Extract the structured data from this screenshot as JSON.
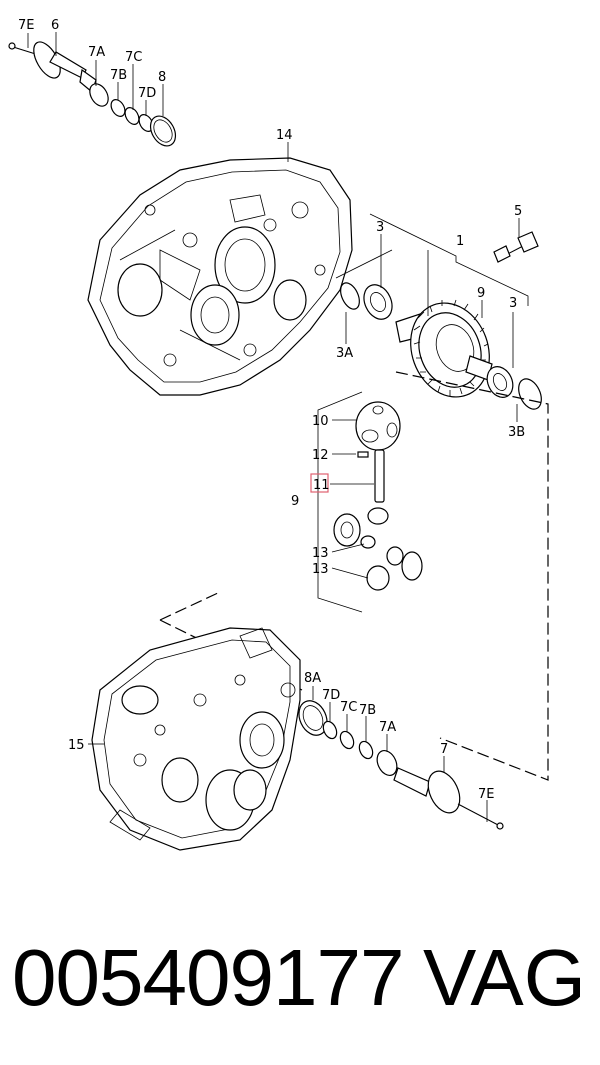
{
  "callouts": {
    "c7e_top": "7E",
    "c6": "6",
    "c7a_top": "7A",
    "c7b_top": "7B",
    "c7c_top": "7C",
    "c7d_top": "7D",
    "c8": "8",
    "c14": "14",
    "c5": "5",
    "c3_left": "3",
    "c1": "1",
    "c9_right": "9",
    "c3_right": "3",
    "c3a": "3A",
    "c3b": "3B",
    "c10": "10",
    "c12": "12",
    "c11": "11",
    "c9_left": "9",
    "c13_a": "13",
    "c13_b": "13",
    "c8a": "8A",
    "c7d_bot": "7D",
    "c7c_bot": "7C",
    "c7b_bot": "7B",
    "c7a_bot": "7A",
    "c15": "15",
    "c7": "7",
    "c7e_bot": "7E"
  },
  "highlight_color": "#e06070",
  "footer": {
    "part_number": "005409177",
    "brand": "VAG"
  }
}
